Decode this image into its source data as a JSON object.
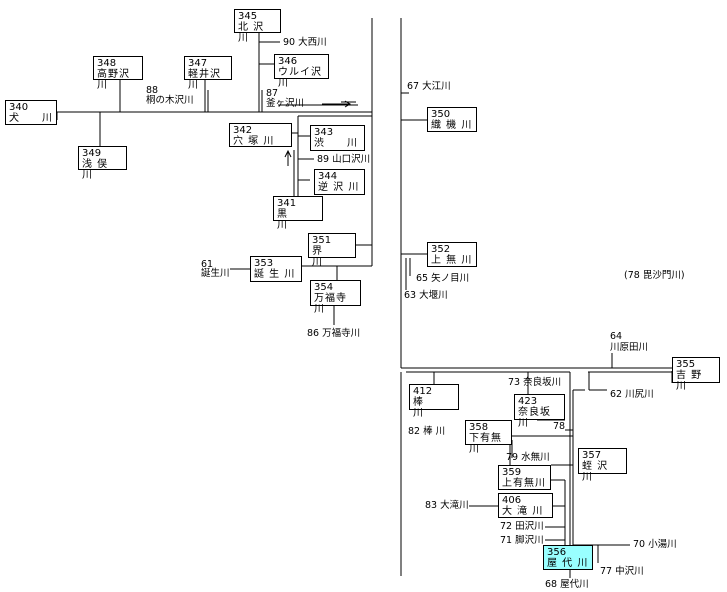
{
  "title_note": "(78 毘沙門川)",
  "boxes": [
    {
      "id": "b345",
      "num": "345",
      "name": "北 沢 川"
    },
    {
      "id": "b348",
      "num": "348",
      "name": "高野沢川"
    },
    {
      "id": "b347",
      "num": "347",
      "name": "軽井沢川"
    },
    {
      "id": "b346",
      "num": "346",
      "name": "ウルイ沢川"
    },
    {
      "id": "b340",
      "num": "340",
      "name": "犬　　川"
    },
    {
      "id": "b349",
      "num": "349",
      "name": "浅 俣 川"
    },
    {
      "id": "b342",
      "num": "342",
      "name": "穴 塚 川"
    },
    {
      "id": "b343",
      "num": "343",
      "name": "渋　　川"
    },
    {
      "id": "b344",
      "num": "344",
      "name": "逆 沢 川"
    },
    {
      "id": "b341",
      "num": "341",
      "name": "黒　　川"
    },
    {
      "id": "b351",
      "num": "351",
      "name": "界　　川"
    },
    {
      "id": "b353",
      "num": "353",
      "name": "誕 生 川"
    },
    {
      "id": "b354",
      "num": "354",
      "name": "万福寺川"
    },
    {
      "id": "b350",
      "num": "350",
      "name": "織 機 川"
    },
    {
      "id": "b352",
      "num": "352",
      "name": "上 無 川"
    },
    {
      "id": "b355",
      "num": "355",
      "name": "吉 野 川"
    },
    {
      "id": "b412",
      "num": "412",
      "name": "棒　　川"
    },
    {
      "id": "b423",
      "num": "423",
      "name": "奈良坂川"
    },
    {
      "id": "b358",
      "num": "358",
      "name": "下有無川"
    },
    {
      "id": "b357",
      "num": "357",
      "name": "蛭 沢 川"
    },
    {
      "id": "b359",
      "num": "359",
      "name": "上有無川"
    },
    {
      "id": "b406",
      "num": "406",
      "name": "大 滝 川"
    },
    {
      "id": "b356",
      "num": "356",
      "name": "屋 代 川"
    }
  ],
  "labels": [
    {
      "id": "l90",
      "text": "90 大西川"
    },
    {
      "id": "l88a",
      "text": "88"
    },
    {
      "id": "l88b",
      "text": "桐の木沢川"
    },
    {
      "id": "l87a",
      "text": "87"
    },
    {
      "id": "l87b",
      "text": "釜ヶ沢川"
    },
    {
      "id": "l89",
      "text": "89 山口沢川"
    },
    {
      "id": "l61a",
      "text": "61"
    },
    {
      "id": "l61b",
      "text": "誕生川"
    },
    {
      "id": "l86",
      "text": "86 万福寺川"
    },
    {
      "id": "l67",
      "text": "67 大江川"
    },
    {
      "id": "l65",
      "text": "65 矢ノ目川"
    },
    {
      "id": "l63",
      "text": "63 大堰川"
    },
    {
      "id": "l64a",
      "text": "64"
    },
    {
      "id": "l64b",
      "text": "川原田川"
    },
    {
      "id": "l62",
      "text": "62 川尻川"
    },
    {
      "id": "l73",
      "text": "73 奈良坂川"
    },
    {
      "id": "l78",
      "text": "78"
    },
    {
      "id": "l82",
      "text": "82 棒 川"
    },
    {
      "id": "l79",
      "text": "79 水無川"
    },
    {
      "id": "l83",
      "text": "83 大滝川"
    },
    {
      "id": "l72",
      "text": "72 田沢川"
    },
    {
      "id": "l71",
      "text": "71 脚沢川"
    },
    {
      "id": "l70",
      "text": "70 小湯川"
    },
    {
      "id": "l77",
      "text": "77 中沢川"
    },
    {
      "id": "l68",
      "text": "68 屋代川"
    }
  ]
}
